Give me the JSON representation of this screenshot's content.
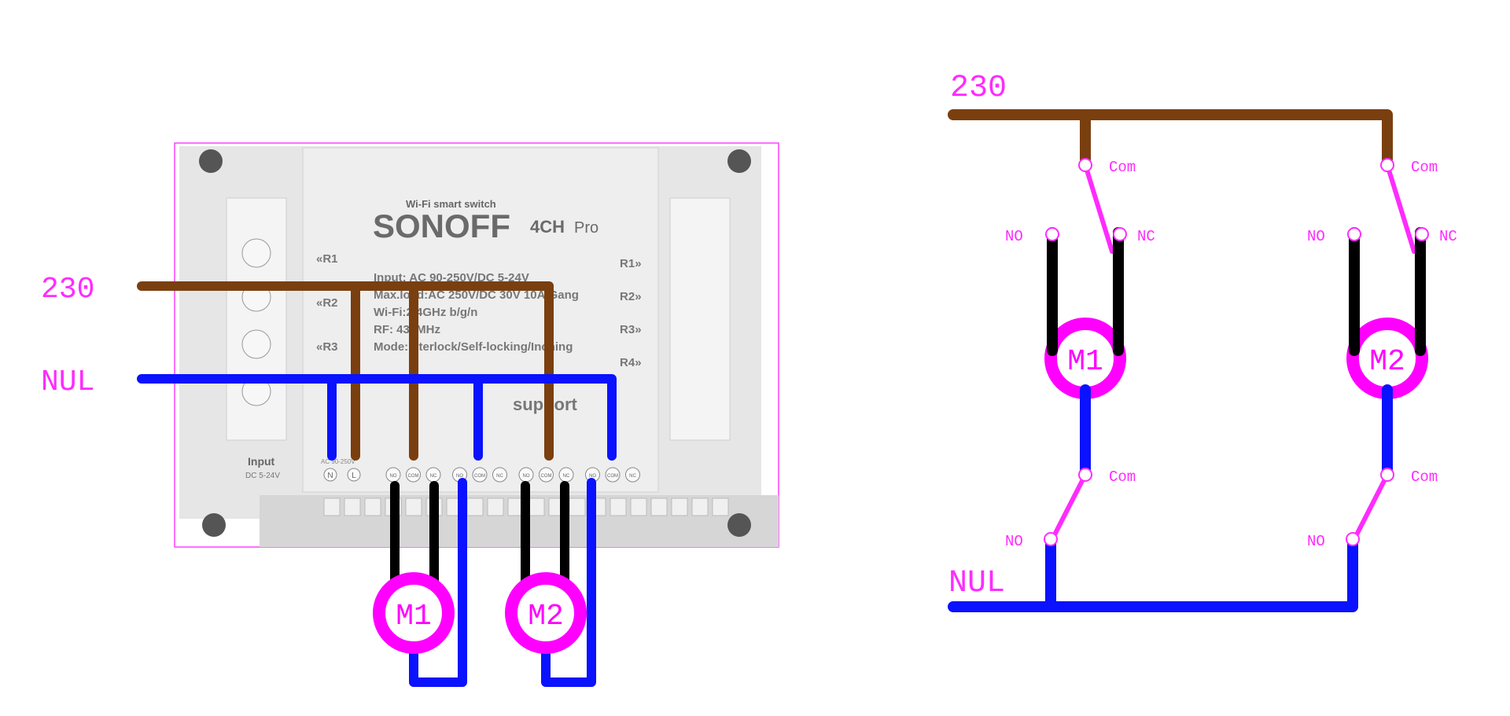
{
  "colors": {
    "live": "#7a3f0f",
    "neutral": "#0a12ff",
    "motor": "#ff00ff",
    "contact": "#ff2bff",
    "wire_black": "#000000",
    "device_body": "#e8e8e8",
    "device_frame": "#ff40ff",
    "device_text": "#555555"
  },
  "left": {
    "label_230": "230",
    "label_nul": "NUL",
    "device": {
      "brand_small": "Wi-Fi smart switch",
      "brand": "SONOFF",
      "model": "4CH",
      "model_suffix": "Pro",
      "spec_lines": [
        "Input: AC 90-250V/DC 5-24V",
        "Max.load:AC 250V/DC 30V 10A/Gang",
        "Wi-Fi:2.4GHz b/g/n",
        "RF: 433MHz",
        "Mode:Interlock/Self-locking/Inching"
      ],
      "relay_left": [
        "R1",
        "R2",
        "R3"
      ],
      "relay_right": [
        "R1",
        "R2",
        "R3",
        "R4"
      ],
      "input_label": "Input",
      "input_sub": "DC 5-24V",
      "support": "support",
      "ac_label": "AC 90-250V",
      "terminals_power": [
        "N",
        "L"
      ],
      "terminals_relay": [
        "NO",
        "COM",
        "NC",
        "NO",
        "COM",
        "NC",
        "NO",
        "COM",
        "NC",
        "NO",
        "COM",
        "NC"
      ]
    },
    "motors": [
      "M1",
      "M2"
    ]
  },
  "right": {
    "label_230": "230",
    "label_nul": "NUL",
    "contact_com": "Com",
    "contact_no": "NO",
    "contact_nc": "NC",
    "motors": [
      "M1",
      "M2"
    ]
  }
}
